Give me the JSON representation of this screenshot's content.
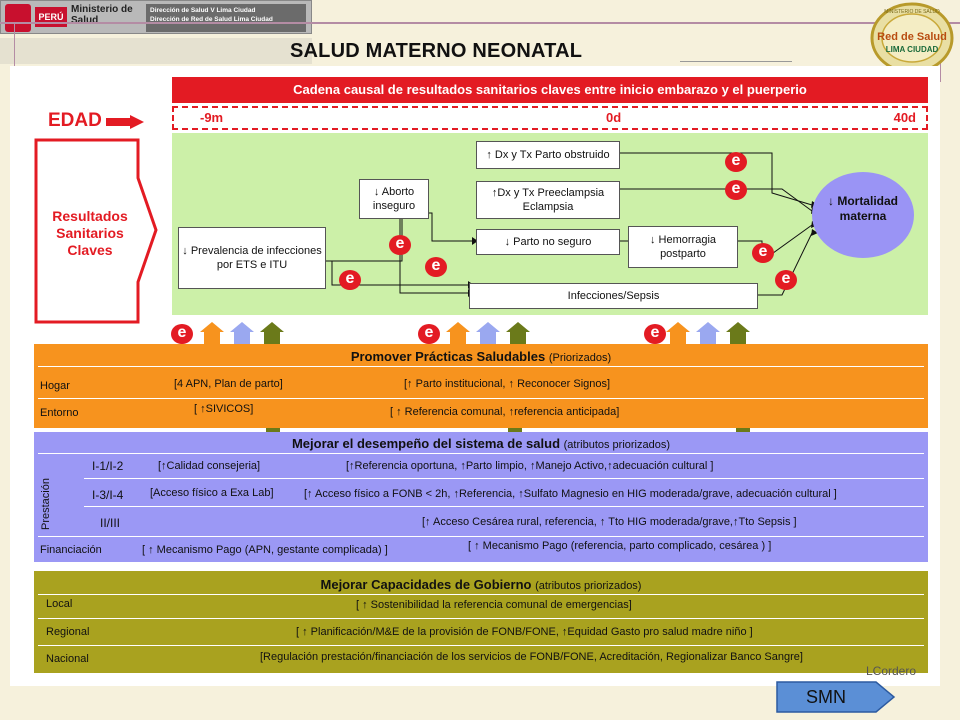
{
  "header": {
    "country": "PERÚ",
    "ministry": "Ministerio de Salud",
    "direction_line1": "Dirección de Salud V Lima Ciudad",
    "direction_line2": "Dirección de Red de Salud Lima Ciudad",
    "title": "SALUD MATERNO NEONATAL",
    "logo_text_top": "MINISTERIO DE SALUD",
    "logo_text": "Red de Salud",
    "logo_subtext": "LIMA CIUDAD"
  },
  "causal_chain": {
    "title": "Cadena causal de resultados sanitarios claves entre inicio embarazo y el puerperio",
    "timeline": {
      "start": "-9m",
      "middle": "0d",
      "end": "40d"
    },
    "edad": "EDAD",
    "resultados": [
      "Resultados",
      "Sanitarios",
      "Claves"
    ],
    "boxes": {
      "prevalencia": "↓ Prevalencia de infecciones por ETS e ITU",
      "aborto": "↓ Aborto inseguro",
      "dx_obstruido": "↑ Dx y Tx Parto obstruido",
      "dx_preeclampsia": "↑Dx y Tx Preeclampsia Eclampsia",
      "parto_no_seguro": "↓ Parto no seguro",
      "hemorragia": "↓ Hemorragia postparto",
      "infecciones": "Infecciones/Sepsis",
      "mortalidad": "↓ Mortalidad materna"
    },
    "e_label": "e"
  },
  "promover": {
    "title": "Promover Prácticas Saludables",
    "title_note": "(Priorizados)",
    "rows": [
      {
        "label": "Hogar",
        "col1": "[4 APN, Plan de parto]",
        "col2": "[↑ Parto institucional, ↑ Reconocer Signos]"
      },
      {
        "label": "Entorno",
        "col1": "[ ↑SIVICOS]",
        "col2": "[ ↑ Referencia comunal, ↑referencia anticipada]"
      }
    ]
  },
  "desempeno": {
    "title": "Mejorar el desempeño del sistema de salud",
    "title_note": "(atributos priorizados)",
    "prestacion_label": "Prestación",
    "rows": [
      {
        "label": "I-1/I-2",
        "col1": "[↑Calidad consejeria]",
        "col2": "[↑Referencia oportuna, ↑Parto limpio, ↑Manejo Activo,↑adecuación cultural ]"
      },
      {
        "label": "I-3/I-4",
        "col1": "[Acceso físico a  Exa Lab]",
        "col2": "[↑ Acceso físico a FONB < 2h, ↑Referencia, ↑Sulfato Magnesio en HIG moderada/grave, adecuación cultural ]"
      },
      {
        "label": "II/III",
        "col1": "",
        "col2": "[↑ Acceso Cesárea rural, referencia, ↑ Tto HIG moderada/grave,↑Tto Sepsis ]"
      }
    ],
    "financiacion": {
      "label": "Financiación",
      "col1": "[ ↑ Mecanismo Pago (APN, gestante complicada) ]",
      "col2": "[ ↑ Mecanismo Pago (referencia, parto complicado, cesárea  ) ]"
    }
  },
  "gobierno": {
    "title": "Mejorar Capacidades de Gobierno",
    "title_note": "(atributos priorizados)",
    "rows": [
      {
        "label": "Local",
        "text": "[ ↑ Sostenibilidad la referencia comunal de emergencias]"
      },
      {
        "label": "Regional",
        "text": "[ ↑ Planificación/M&E de la provisión de FONB/FONE, ↑Equidad Gasto pro salud madre niño ]"
      },
      {
        "label": "Nacional",
        "text": "[Regulación prestación/financiación de los servicios de FONB/FONE, Acreditación, Regionalizar Banco Sangre]"
      }
    ]
  },
  "author": "LCordero",
  "nav_button": "SMN",
  "colors": {
    "red": "#e31b23",
    "green": "#ccf0a8",
    "orange": "#f7931e",
    "purple": "#9b98f5",
    "olive": "#a9a21f",
    "circle": "#9a94f5",
    "arrow_orange": "#f7931e",
    "arrow_blue": "#9aa8f0",
    "arrow_olive": "#6b7a1a"
  }
}
